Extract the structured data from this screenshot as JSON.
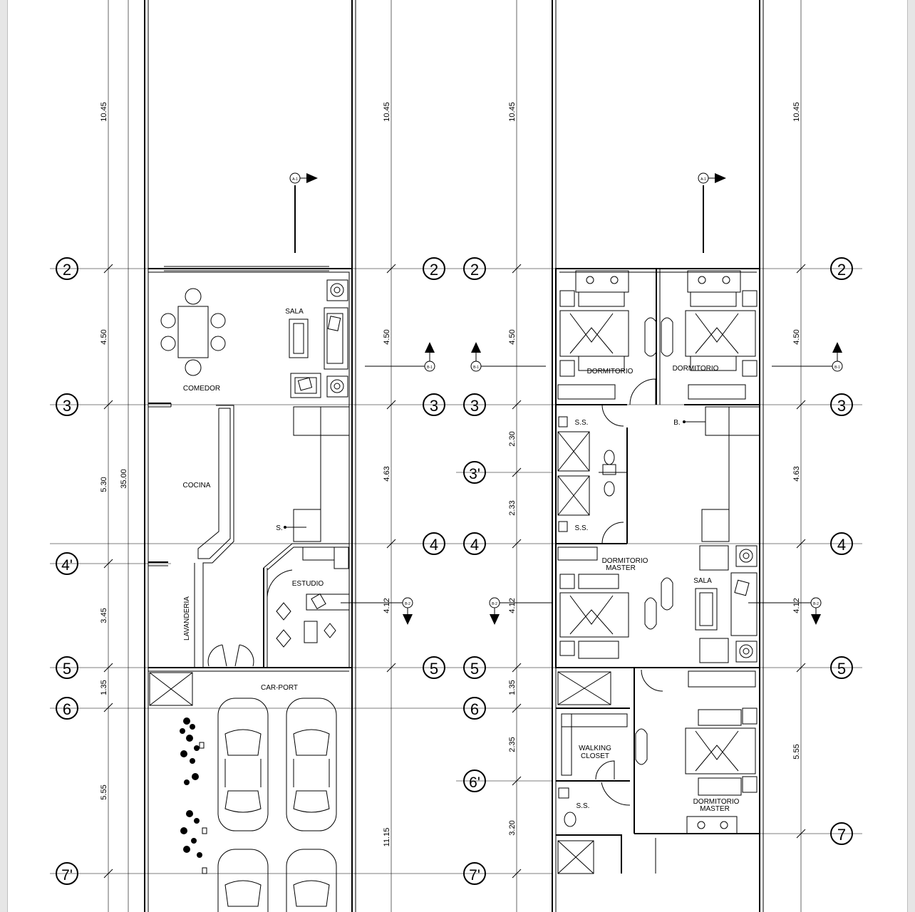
{
  "grid_bubbles": {
    "g2": "2",
    "g3": "3",
    "g3p": "3'",
    "g4": "4",
    "g4p": "4'",
    "g5": "5",
    "g6": "6",
    "g6p": "6'",
    "g7": "7",
    "g7p": "7'"
  },
  "dimensions": {
    "d1045": "10.45",
    "d450": "4.50",
    "d530": "5.30",
    "d3500": "35.00",
    "d345": "3.45",
    "d135": "1.35",
    "d555": "5.55",
    "d463": "4.63",
    "d412": "4.12",
    "d1115": "11.15",
    "d230": "2.30",
    "d233": "2.33",
    "d235": "2.35",
    "d320": "3.20"
  },
  "rooms": {
    "sala": "SALA",
    "comedor": "COMEDOR",
    "cocina": "COCINA",
    "estudio": "ESTUDIO",
    "lavanderia": "LAVANDERIA",
    "carport": "CAR-PORT",
    "dormitorio": "DORMITORIO",
    "dormitorio_master_1": "DORMITORIO",
    "dormitorio_master_2": "MASTER",
    "ss": "S.S.",
    "walking_1": "WALKING",
    "walking_2": "CLOSET"
  },
  "markers": {
    "s": "S.",
    "b": "B.",
    "a1": "A-1",
    "b1": "B-1",
    "b2": "B-2"
  }
}
